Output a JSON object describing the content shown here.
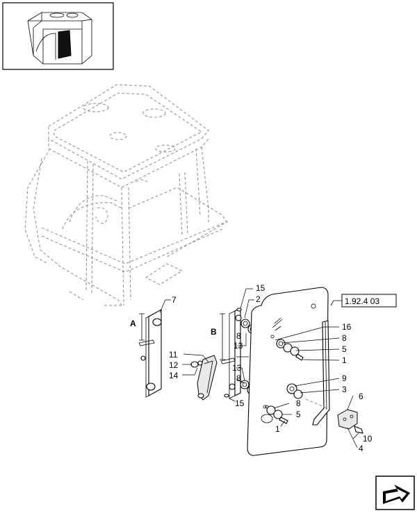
{
  "diagram": {
    "reference": "1.92.4 03",
    "dimension_labels": {
      "a": "A",
      "b": "B"
    },
    "callouts": {
      "c1a": "1",
      "c1b": "1",
      "c2": "2",
      "c3": "3",
      "c4": "4",
      "c5a": "5",
      "c5b": "5",
      "c6": "6",
      "c7": "7",
      "c8a": "8",
      "c8b": "8",
      "c8c": "8",
      "c8d": "8",
      "c9": "9",
      "c10": "10",
      "c11": "11",
      "c12": "12",
      "c13a": "13",
      "c13b": "13",
      "c14": "14",
      "c15a": "15",
      "c15b": "15",
      "c16": "16"
    }
  },
  "colors": {
    "line": "#000000",
    "phantom": "#8a8a8a",
    "background": "#ffffff"
  },
  "icons": {
    "thumbnail": "cab-thumbnail-icon",
    "nav": "next-page-arrow-icon"
  }
}
